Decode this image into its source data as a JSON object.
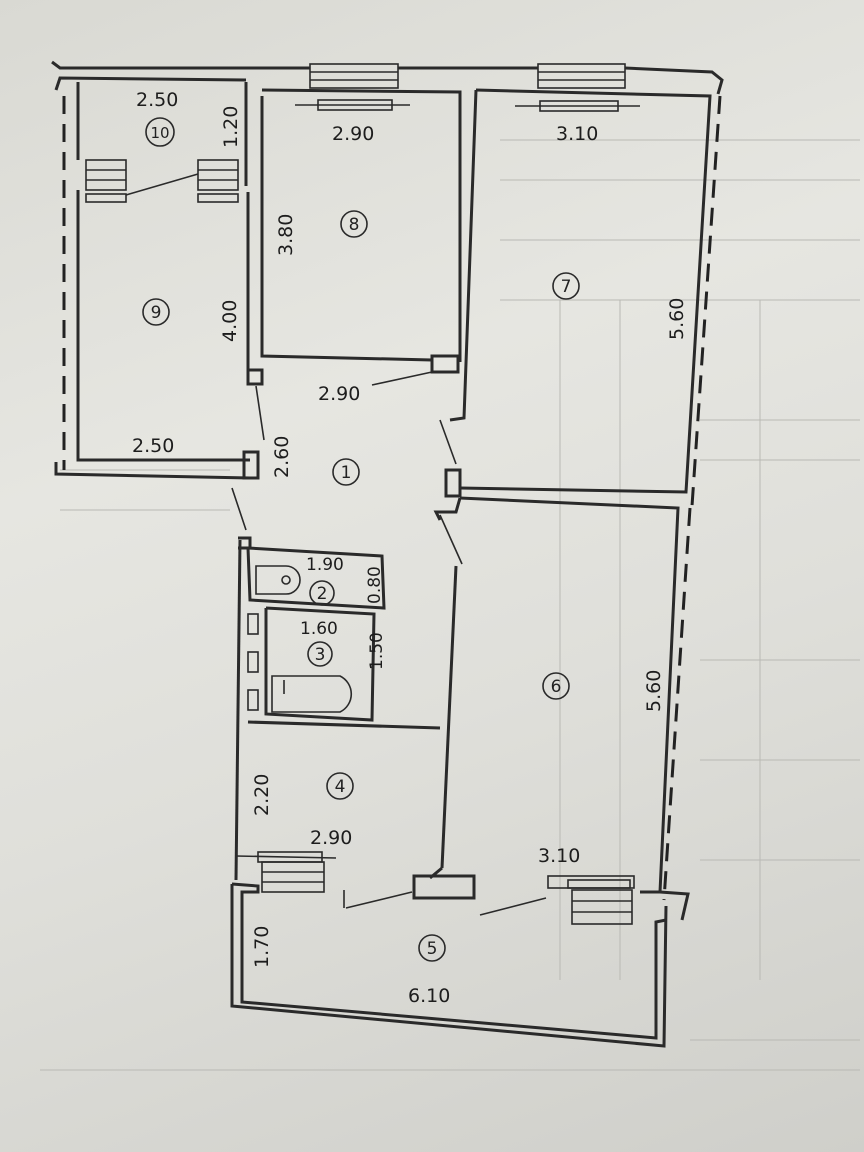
{
  "rooms": [
    {
      "num": "1"
    },
    {
      "num": "2"
    },
    {
      "num": "3"
    },
    {
      "num": "4"
    },
    {
      "num": "5"
    },
    {
      "num": "6"
    },
    {
      "num": "7"
    },
    {
      "num": "8"
    },
    {
      "num": "9"
    },
    {
      "num": "10"
    }
  ],
  "dimensions": {
    "r10_width": "2.50",
    "r10_depth": "1.20",
    "r8_width": "2.90",
    "r8_depth": "3.80",
    "r7_width": "3.10",
    "r7_depth": "5.60",
    "r9_depth": "4.00",
    "r9_width": "2.50",
    "r1_width": "2.90",
    "r1_depth": "2.60",
    "r2_width": "1.90",
    "r2_depth": "0.80",
    "r3_width": "1.60",
    "r3_depth": "1.50",
    "r4_depth": "2.20",
    "r4_width": "2.90",
    "r6_depth": "5.60",
    "r6_width": "3.10",
    "r5_depth": "1.70",
    "r5_width": "6.10"
  }
}
